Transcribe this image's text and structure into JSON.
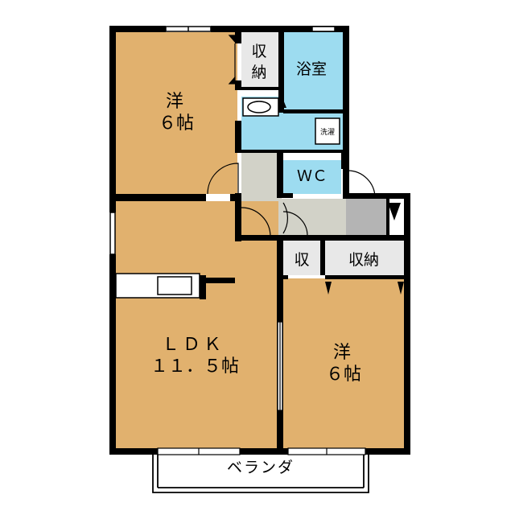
{
  "rooms": {
    "western_room_top": {
      "name": "洋",
      "size": "６帖"
    },
    "storage_top": {
      "line1": "収",
      "line2": "納"
    },
    "bathroom": "浴室",
    "laundry": "洗濯",
    "toilet": "ＷＣ",
    "ldk": {
      "name": "ＬＤＫ",
      "size": "１１．５帖"
    },
    "storage_small": "収",
    "storage_right": "収納",
    "western_room_bottom": {
      "name": "洋",
      "size": "６帖"
    },
    "veranda": "ベランダ"
  },
  "colors": {
    "wood_floor": "#e1b16e",
    "wet_area": "#9ddcf0",
    "hallway": "#d2d2c8",
    "entrance": "#b4b4b4",
    "wall": "#000000"
  }
}
